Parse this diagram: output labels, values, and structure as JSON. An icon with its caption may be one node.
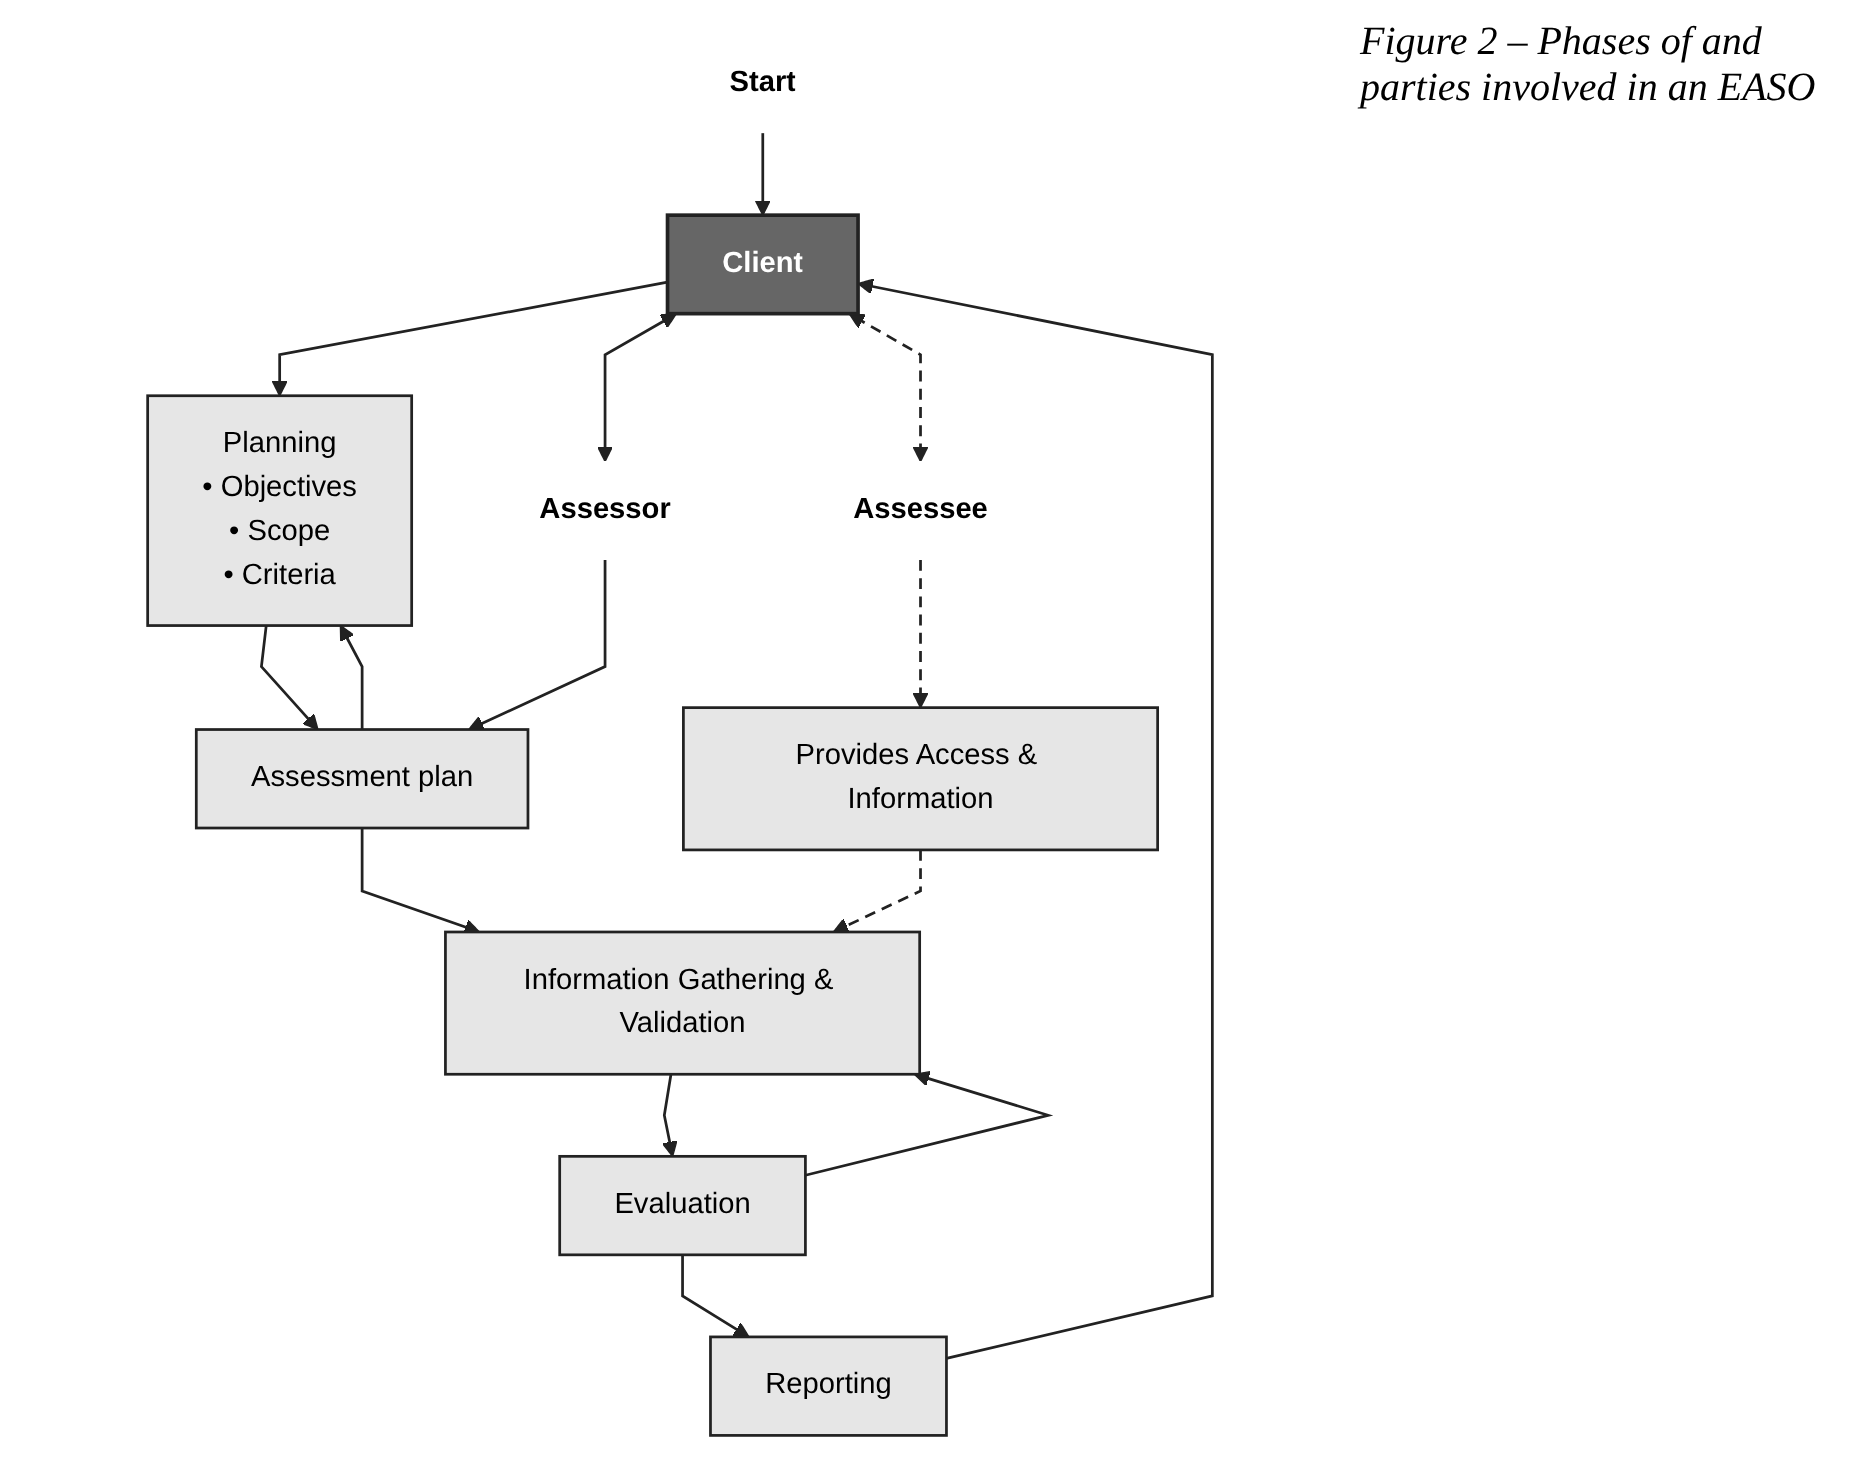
{
  "diagram": {
    "title": "Figure 2 – Phases of and parties involved in an EASO",
    "nodes": [
      {
        "text": [
          "Start"
        ]
      },
      {
        "text": [
          "Client"
        ]
      },
      {
        "text": [
          "Planning",
          "• Objectives",
          "• Scope",
          "• Criteria"
        ]
      },
      {
        "text": [
          "Assessor"
        ]
      },
      {
        "text": [
          "Assessment plan"
        ]
      },
      {
        "text": [
          "Assessee"
        ]
      },
      {
        "text": [
          "Provides Access & Information"
        ]
      },
      {
        "text": [
          "Information Gathering & Validation"
        ]
      },
      {
        "text": [
          "Evaluation"
        ]
      },
      {
        "text": [
          "Reporting"
        ]
      }
    ],
    "edges": [
      {
        "from": 0,
        "to": 1,
        "arrow": "to"
      },
      {
        "from": 1,
        "to": 2,
        "arrow": "to"
      },
      {
        "from": 1,
        "to": 3,
        "arrow": "both"
      },
      {
        "from": 1,
        "to": 5,
        "arrow": "both",
        "style": "dashed"
      },
      {
        "from": 2,
        "to": 4,
        "arrow": "to"
      },
      {
        "from": 4,
        "to": 2,
        "arrow": "to"
      },
      {
        "from": 3,
        "to": 4,
        "arrow": "to"
      },
      {
        "from": 4,
        "to": 7,
        "arrow": "to"
      },
      {
        "from": 5,
        "to": 6,
        "arrow": "to",
        "style": "dashed"
      },
      {
        "from": 6,
        "to": 7,
        "arrow": "to",
        "style": "dashed"
      },
      {
        "from": 7,
        "to": 8,
        "arrow": "to"
      },
      {
        "from": 8,
        "to": 7,
        "arrow": "to"
      },
      {
        "from": 8,
        "to": 9,
        "arrow": "to"
      },
      {
        "from": 9,
        "to": 1,
        "arrow": "to"
      }
    ]
  }
}
